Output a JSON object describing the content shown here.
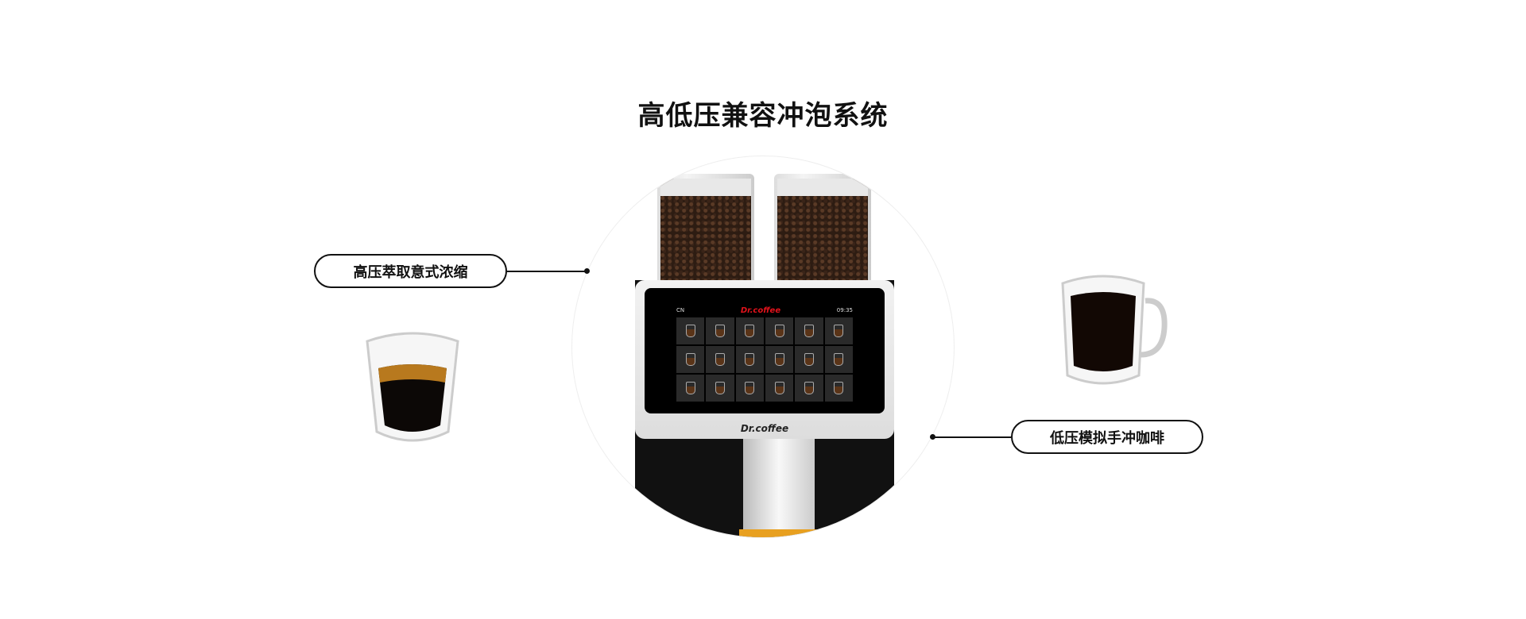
{
  "title": "高低压兼容冲泡系统",
  "features": [
    {
      "label": "高压萃取意式浓缩",
      "drink_icon": "espresso-glass"
    },
    {
      "label": "低压模拟手冲咖啡",
      "drink_icon": "coffee-mug"
    }
  ],
  "machine": {
    "brand": "Dr.coffee",
    "screen": {
      "lang": "CN",
      "logo": "Dr.coffee",
      "time": "09:35",
      "tile_count": 18
    }
  },
  "colors": {
    "accent": "#e1121b",
    "tray": "#e8a020"
  }
}
